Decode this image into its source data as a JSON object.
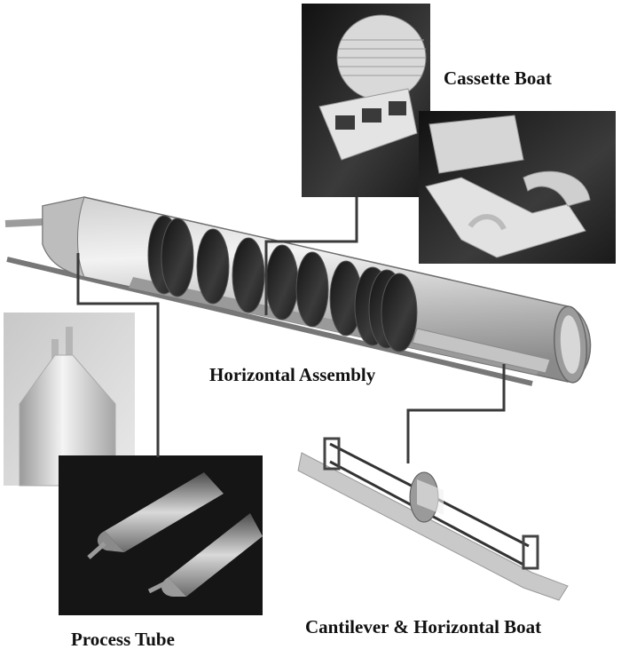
{
  "labels": {
    "cassette_boat": "Cassette Boat",
    "horizontal_assembly": "Horizontal Assembly",
    "cantilever_boat": "Cantilever & Horizontal Boat",
    "process_tube": "Process Tube"
  },
  "colors": {
    "connector": "#3a3a3a",
    "background": "#ffffff",
    "text": "#111111"
  }
}
